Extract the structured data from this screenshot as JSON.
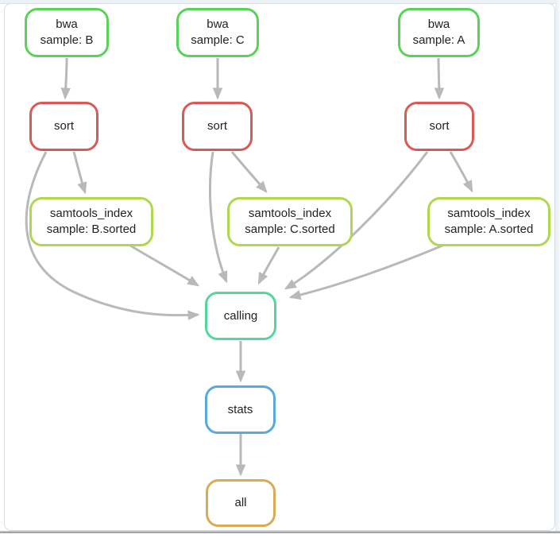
{
  "diagram": {
    "type": "dag",
    "description": "Snakemake-style workflow DAG",
    "edge_color": "#b9b9b9",
    "text_color": "#222222",
    "nodes": [
      {
        "id": "bwa_B",
        "lines": [
          "bwa",
          "sample: B"
        ],
        "color": "#57d357"
      },
      {
        "id": "bwa_C",
        "lines": [
          "bwa",
          "sample: C"
        ],
        "color": "#57d357"
      },
      {
        "id": "bwa_A",
        "lines": [
          "bwa",
          "sample: A"
        ],
        "color": "#57d357"
      },
      {
        "id": "sort_B",
        "lines": [
          "sort"
        ],
        "color": "#d95a55"
      },
      {
        "id": "sort_C",
        "lines": [
          "sort"
        ],
        "color": "#d95a55"
      },
      {
        "id": "sort_A",
        "lines": [
          "sort"
        ],
        "color": "#d95a55"
      },
      {
        "id": "samtools_B",
        "lines": [
          "samtools_index",
          "sample: B.sorted"
        ],
        "color": "#b0d74d"
      },
      {
        "id": "samtools_C",
        "lines": [
          "samtools_index",
          "sample: C.sorted"
        ],
        "color": "#b0d74d"
      },
      {
        "id": "samtools_A",
        "lines": [
          "samtools_index",
          "sample: A.sorted"
        ],
        "color": "#b0d74d"
      },
      {
        "id": "calling",
        "lines": [
          "calling"
        ],
        "color": "#57d69c"
      },
      {
        "id": "stats",
        "lines": [
          "stats"
        ],
        "color": "#5aa9d9"
      },
      {
        "id": "all",
        "lines": [
          "all"
        ],
        "color": "#d9ab57"
      }
    ],
    "edges": [
      {
        "from": "bwa_B",
        "to": "sort_B"
      },
      {
        "from": "bwa_C",
        "to": "sort_C"
      },
      {
        "from": "bwa_A",
        "to": "sort_A"
      },
      {
        "from": "sort_B",
        "to": "samtools_B"
      },
      {
        "from": "sort_C",
        "to": "samtools_C"
      },
      {
        "from": "sort_A",
        "to": "samtools_A"
      },
      {
        "from": "sort_B",
        "to": "calling"
      },
      {
        "from": "sort_C",
        "to": "calling"
      },
      {
        "from": "sort_A",
        "to": "calling"
      },
      {
        "from": "samtools_B",
        "to": "calling"
      },
      {
        "from": "samtools_C",
        "to": "calling"
      },
      {
        "from": "samtools_A",
        "to": "calling"
      },
      {
        "from": "calling",
        "to": "stats"
      },
      {
        "from": "stats",
        "to": "all"
      }
    ]
  }
}
